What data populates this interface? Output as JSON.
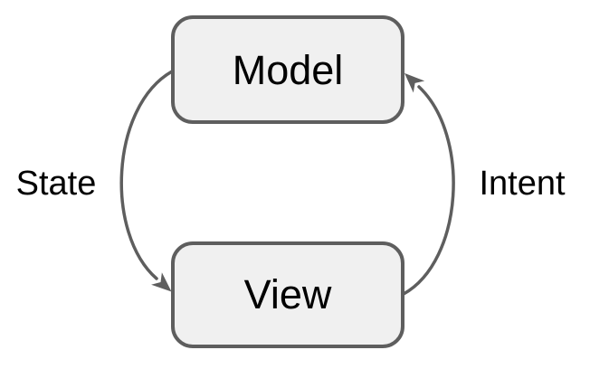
{
  "diagram": {
    "type": "cycle-diagram",
    "nodes": [
      {
        "id": "model",
        "label": "Model"
      },
      {
        "id": "view",
        "label": "View"
      }
    ],
    "edges": [
      {
        "id": "state",
        "label": "State",
        "from": "model",
        "to": "view"
      },
      {
        "id": "intent",
        "label": "Intent",
        "from": "view",
        "to": "model"
      }
    ]
  },
  "colors": {
    "background": "#ffffff",
    "node-fill": "#f0f0f0",
    "stroke": "#5e5e5e",
    "text": "#000000"
  }
}
